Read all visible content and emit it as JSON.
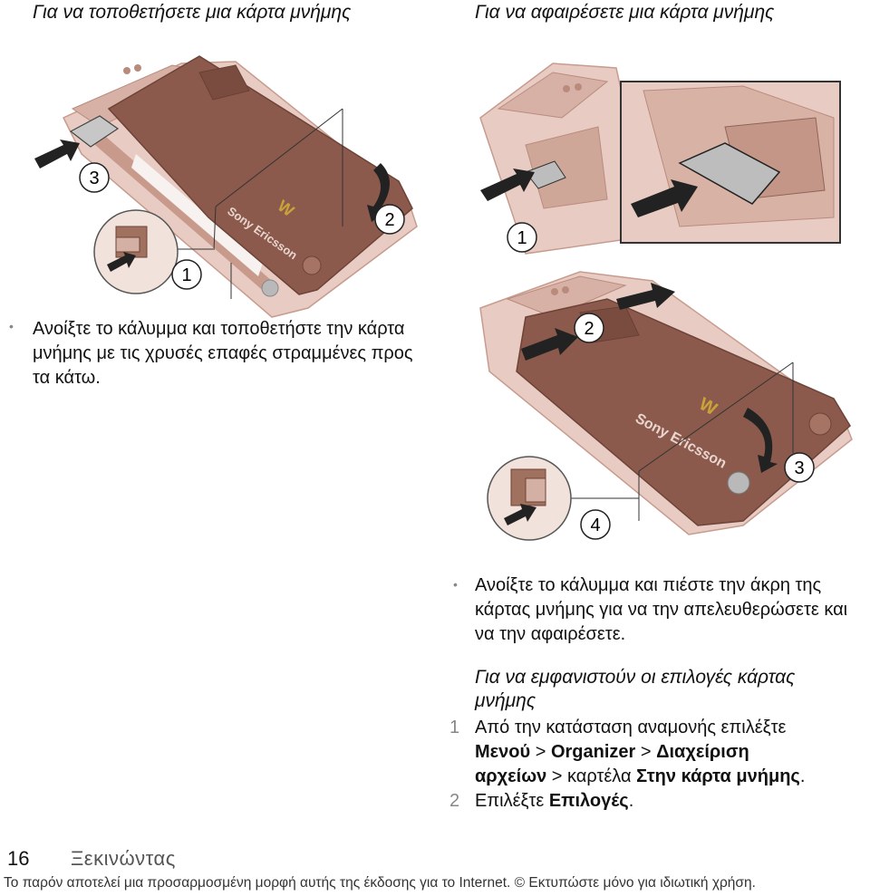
{
  "insert": {
    "heading": "Για να τοποθετήσετε μια κάρτα μνήμης",
    "bullet_text": "Ανοίξτε το κάλυμμα και τοποθετήστε την κάρτα μνήμης με τις χρυσές επαφές στραμμένες προς τα κάτω.",
    "callouts": [
      "1",
      "2",
      "3"
    ],
    "brand_text": "Sony Ericsson"
  },
  "remove": {
    "heading": "Για να αφαιρέσετε μια κάρτα μνήμης",
    "bullet_text": "Ανοίξτε το κάλυμμα και πιέστε την άκρη της κάρτας μνήμης για να την απελευθερώσετε και να την αφαιρέσετε.",
    "callouts_top": [
      "1"
    ],
    "callouts_bottom": [
      "2",
      "3",
      "4"
    ],
    "brand_text": "Sony Ericsson"
  },
  "options": {
    "heading_line1": "Για να εμφανιστούν οι επιλογές κάρτας",
    "heading_line2": "μνήμης",
    "step1": {
      "num": "1",
      "pre": "Από την κατάσταση αναμονής επιλέξτε",
      "menu": "Μενού",
      "sep1": " > ",
      "organizer": "Organizer",
      "sep2": " > ",
      "file_manager": "Διαχείριση",
      "file_manager2": "αρχείων",
      "tab_text": " > καρτέλα ",
      "on_card": "Στην κάρτα μνήμης",
      "end": "."
    },
    "step2": {
      "num": "2",
      "pre": "Επιλέξτε ",
      "options": "Επιλογές",
      "end": "."
    }
  },
  "footer": {
    "page_number": "16",
    "section": "Ξεκινώντας",
    "disclaimer": "Το παρόν αποτελεί μια προσαρμοσμένη μορφή αυτής της έκδοσης για το Internet. © Εκτυπώστε μόνο για ιδιωτική χρήση."
  },
  "colors": {
    "cover": "#8b5a4c",
    "phone_body": "#d9b2a6",
    "phone_shadow": "#b8897b"
  }
}
